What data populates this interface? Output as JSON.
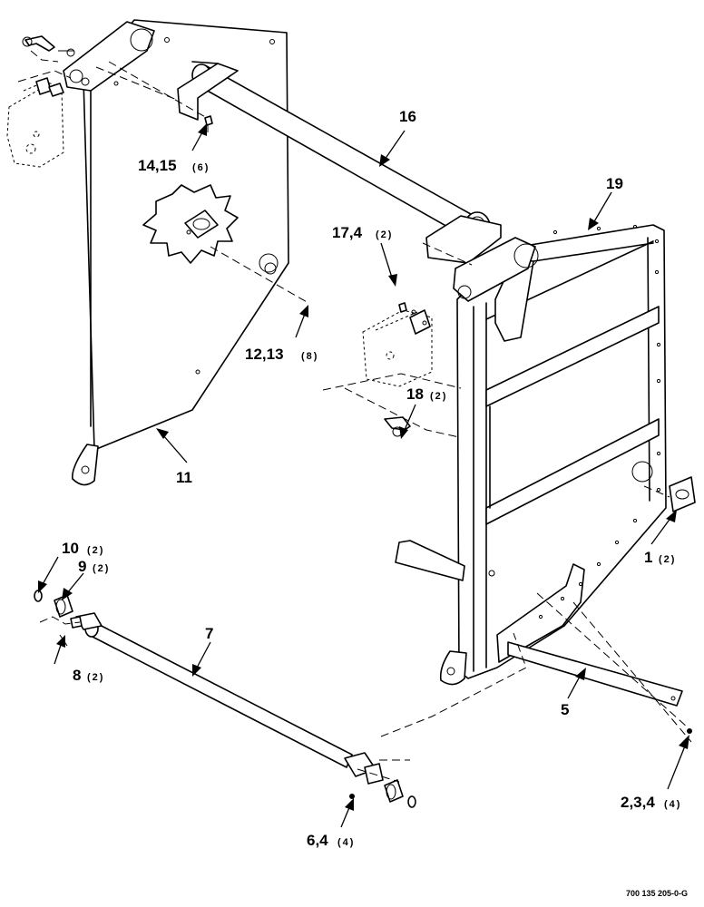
{
  "callouts": [
    {
      "id": "c14",
      "num": "14,15",
      "qty": "(6)"
    },
    {
      "id": "c16",
      "num": "16",
      "qty": ""
    },
    {
      "id": "c19",
      "num": "19",
      "qty": ""
    },
    {
      "id": "c17",
      "num": "17,4",
      "qty": "(2)"
    },
    {
      "id": "c12",
      "num": "12,13",
      "qty": "(8)"
    },
    {
      "id": "c18",
      "num": "18",
      "qty": "(2)"
    },
    {
      "id": "c11",
      "num": "11",
      "qty": ""
    },
    {
      "id": "c1",
      "num": "1",
      "qty": "(2)"
    },
    {
      "id": "c10",
      "num": "10",
      "qty": "(2)"
    },
    {
      "id": "c9",
      "num": "9",
      "qty": "(2)"
    },
    {
      "id": "c7",
      "num": "7",
      "qty": ""
    },
    {
      "id": "c8",
      "num": "8",
      "qty": "(2)"
    },
    {
      "id": "c5",
      "num": "5",
      "qty": ""
    },
    {
      "id": "c6",
      "num": "6,4",
      "qty": "(4)"
    },
    {
      "id": "c2",
      "num": "2,3,4",
      "qty": "(4)"
    }
  ],
  "figure_number": "700 135 205-0-G"
}
